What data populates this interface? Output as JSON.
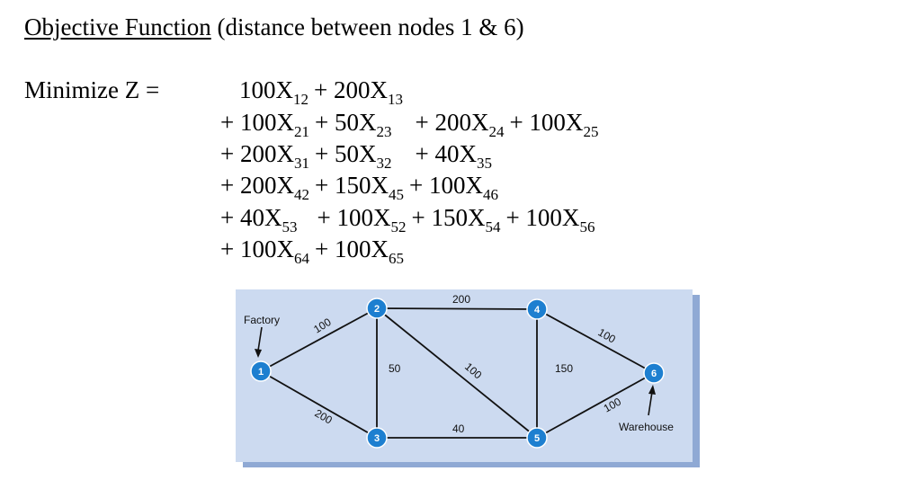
{
  "heading": {
    "underlined": "Objective Function",
    "rest": " (distance between nodes 1 & 6)"
  },
  "minimize_label": "Minimize  Z =",
  "equation_rows": [
    [
      {
        "op": "",
        "coef": "100X",
        "sub": "12"
      },
      {
        "op": "+",
        "coef": "200X",
        "sub": "13"
      }
    ],
    [
      {
        "op": "+",
        "coef": "100X",
        "sub": "21"
      },
      {
        "op": "+",
        "coef": "50X",
        "sub": "23"
      },
      {
        "op": "+",
        "coef": "200X",
        "sub": "24"
      },
      {
        "op": "+",
        "coef": "100X",
        "sub": "25"
      }
    ],
    [
      {
        "op": "+",
        "coef": "200X",
        "sub": "31"
      },
      {
        "op": "+",
        "coef": "50X",
        "sub": "32"
      },
      {
        "op": "+",
        "coef": "40X",
        "sub": "35"
      }
    ],
    [
      {
        "op": "+",
        "coef": "200X",
        "sub": "42"
      },
      {
        "op": "+",
        "coef": "150X",
        "sub": "45"
      },
      {
        "op": "+",
        "coef": "100X",
        "sub": "46"
      }
    ],
    [
      {
        "op": "+",
        "coef": "40X",
        "sub": "53"
      },
      {
        "op": "+",
        "coef": "100X",
        "sub": "52"
      },
      {
        "op": "+",
        "coef": "150X",
        "sub": "54"
      },
      {
        "op": "+",
        "coef": "100X",
        "sub": "56"
      }
    ],
    [
      {
        "op": "+",
        "coef": "100X",
        "sub": "64"
      },
      {
        "op": "+",
        "coef": "100X",
        "sub": "65"
      }
    ]
  ],
  "network": {
    "nodes": [
      {
        "id": "1"
      },
      {
        "id": "2"
      },
      {
        "id": "3"
      },
      {
        "id": "4"
      },
      {
        "id": "5"
      },
      {
        "id": "6"
      }
    ],
    "edges": [
      {
        "from": "1",
        "to": "2",
        "distance": "100"
      },
      {
        "from": "1",
        "to": "3",
        "distance": "200"
      },
      {
        "from": "2",
        "to": "3",
        "distance": "50"
      },
      {
        "from": "2",
        "to": "4",
        "distance": "200"
      },
      {
        "from": "2",
        "to": "5",
        "distance": "100"
      },
      {
        "from": "3",
        "to": "5",
        "distance": "40"
      },
      {
        "from": "4",
        "to": "5",
        "distance": "150"
      },
      {
        "from": "4",
        "to": "6",
        "distance": "100"
      },
      {
        "from": "5",
        "to": "6",
        "distance": "100"
      }
    ],
    "source_label": "Factory",
    "sink_label": "Warehouse"
  },
  "colors": {
    "panel": "#ccdaf0",
    "panel_shadow": "#8fa9d4",
    "node": "#1d7fd0",
    "node_outline": "#ffffff",
    "edge": "#111111"
  }
}
